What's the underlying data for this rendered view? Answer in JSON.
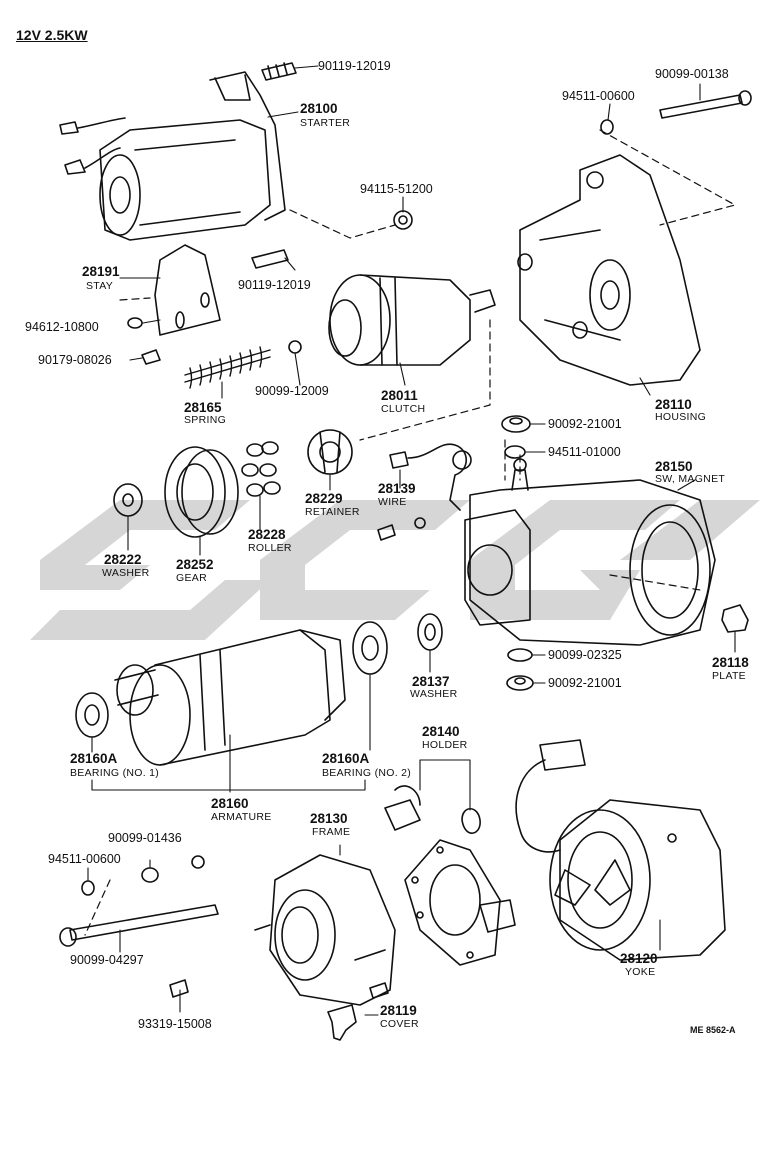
{
  "title": "12V 2.5KW",
  "diagram_code": "ME 8562-A",
  "parts": [
    {
      "number": "28100",
      "name": "STARTER"
    },
    {
      "number": "28191",
      "name": "STAY"
    },
    {
      "number": "28011",
      "name": "CLUTCH"
    },
    {
      "number": "28110",
      "name": "HOUSING"
    },
    {
      "number": "28165",
      "name": "SPRING"
    },
    {
      "number": "28150",
      "name": "SW, MAGNET"
    },
    {
      "number": "28229",
      "name": "RETAINER"
    },
    {
      "number": "28139",
      "name": "WIRE"
    },
    {
      "number": "28222",
      "name": "WASHER"
    },
    {
      "number": "28252",
      "name": "GEAR"
    },
    {
      "number": "28228",
      "name": "ROLLER"
    },
    {
      "number": "28118",
      "name": "PLATE"
    },
    {
      "number": "28137",
      "name": "WASHER"
    },
    {
      "number": "28160A",
      "name": "BEARING (NO. 1)"
    },
    {
      "number": "28160A",
      "name": "BEARING (NO. 2)"
    },
    {
      "number": "28140",
      "name": "HOLDER"
    },
    {
      "number": "28160",
      "name": "ARMATURE"
    },
    {
      "number": "28130",
      "name": "FRAME"
    },
    {
      "number": "28120",
      "name": "YOKE"
    },
    {
      "number": "28119",
      "name": "COVER"
    }
  ],
  "hardware": [
    "90119-12019",
    "90099-00138",
    "94511-00600",
    "94115-51200",
    "90119-12019",
    "94612-10800",
    "90179-08026",
    "90099-12009",
    "90092-21001",
    "94511-01000",
    "90099-02325",
    "90092-21001",
    "90099-01436",
    "94511-00600",
    "90099-04297",
    "93319-15008"
  ]
}
